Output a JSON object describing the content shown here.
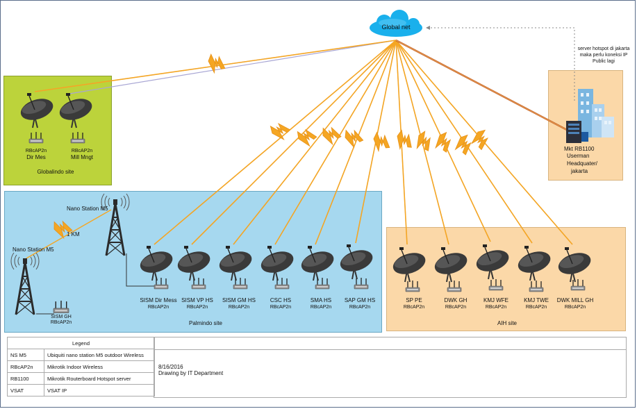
{
  "internet": {
    "label": "Global net",
    "note": "server hotspot di jakarta maka perlu koneksi IP Public lagi"
  },
  "globalindo": {
    "site_label": "Globalindo site",
    "nodes": [
      {
        "device": "RBcAP2n",
        "name": "Dir Mes"
      },
      {
        "device": "RBcAP2n",
        "name": "Mill Mngt"
      }
    ]
  },
  "palmindo": {
    "site_label": "Palmindo site",
    "nano_station_a": "Nano Station M5",
    "nano_station_b": "Nano Station M5",
    "link_distance": "1 KM",
    "sism_gh": {
      "name": "SISM GH",
      "device": "RBcAP2n"
    },
    "nodes": [
      {
        "name": "SISM Dir Mess",
        "device": "RBcAP2n"
      },
      {
        "name": "SISM VP HS",
        "device": "RBcAP2n"
      },
      {
        "name": "SISM GM HS",
        "device": "RBcAP2n"
      },
      {
        "name": "CSC HS",
        "device": "RBcAP2n"
      },
      {
        "name": "SMA HS",
        "device": "RBcAP2n"
      },
      {
        "name": "SAP GM HS",
        "device": "RBcAP2n"
      }
    ]
  },
  "aih": {
    "site_label": "AIH site",
    "nodes": [
      {
        "name": "SP PE",
        "device": "RBcAP2n"
      },
      {
        "name": "DWK GH",
        "device": "RBcAP2n"
      },
      {
        "name": "KMJ WFE",
        "device": "RBcAP2n"
      },
      {
        "name": "KMJ TWE",
        "device": "RBcAP2n"
      },
      {
        "name": "DWK MILL GH",
        "device": "RBcAP2n"
      }
    ]
  },
  "hq": {
    "lines": [
      "Mkt RB1100",
      "Userman",
      "Headquater/",
      "jakarta"
    ]
  },
  "legend": {
    "title": "Legend",
    "rows": [
      {
        "code": "NS M5",
        "desc": "Ubiquiti nano station M5 outdoor Wireless"
      },
      {
        "code": "RBcAP2n",
        "desc": "Mikrotik Indoor Wireless"
      },
      {
        "code": "RB1100",
        "desc": "Mikrotik Routerboard Hotspot server"
      },
      {
        "code": "VSAT",
        "desc": "VSAT IP"
      }
    ],
    "date": "8/16/2016",
    "drawn_by": "Drawing by IT Department"
  },
  "colors": {
    "lightning": "#f5a623",
    "link": "#9b9ac8",
    "hq_link": "#c25b1e",
    "dish": "#3a3a3a"
  }
}
